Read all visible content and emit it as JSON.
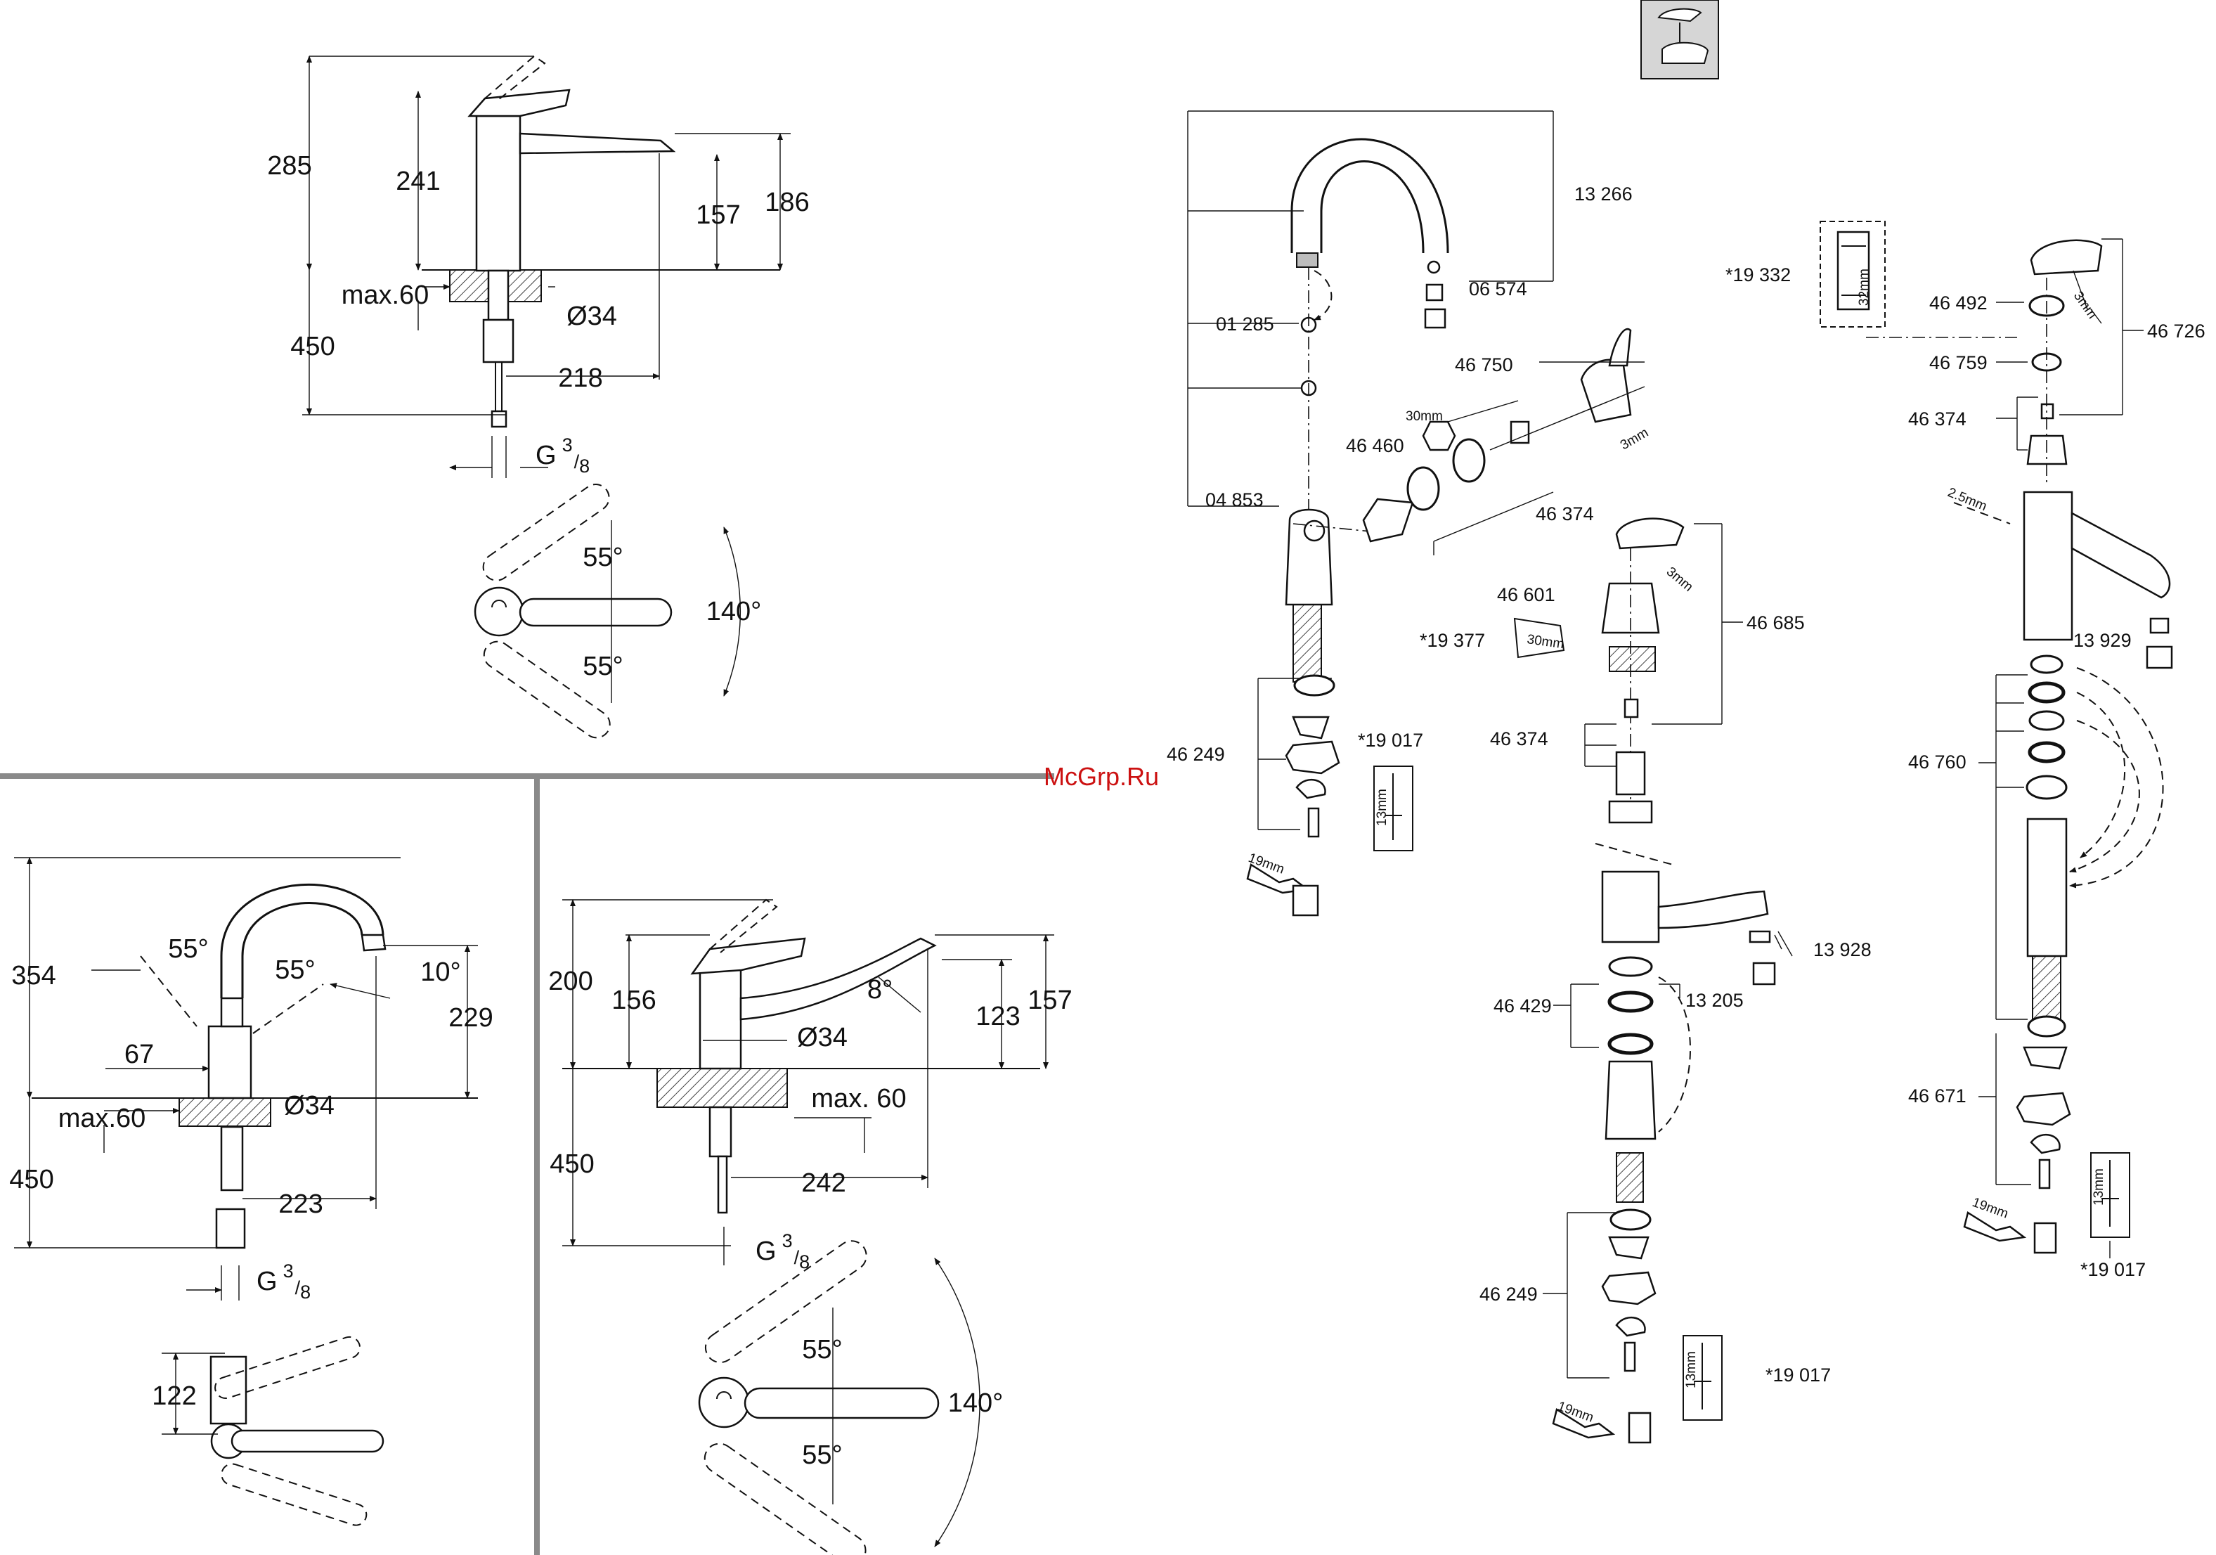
{
  "watermark": "McGrp.Ru",
  "top_left": {
    "heights": [
      "285",
      "241",
      "186",
      "157"
    ],
    "lower": [
      "max.60",
      "Ø34",
      "450",
      "218"
    ],
    "thread": {
      "g": "G",
      "sup": "3",
      "sub": "8"
    },
    "angles": [
      "55°",
      "55°",
      "140°"
    ]
  },
  "bottom_left": {
    "dims": [
      "354",
      "229",
      "67",
      "max.60",
      "Ø34",
      "450",
      "223",
      "122"
    ],
    "angles": [
      "55°",
      "55°",
      "10°"
    ],
    "thread": {
      "g": "G",
      "sup": "3",
      "sub": "8"
    }
  },
  "bottom_mid": {
    "dims": [
      "200",
      "156",
      "157",
      "123",
      "Ø34",
      "max. 60",
      "450",
      "242"
    ],
    "angles": [
      "8°",
      "55°",
      "55°",
      "140°"
    ],
    "thread": {
      "g": "G",
      "sup": "3",
      "sub": "8"
    }
  },
  "parts_a": {
    "labels": [
      "13 266",
      "06 574",
      "01 285",
      "46 750",
      "46 460",
      "04 853",
      "46 374",
      "46 249",
      "*19 017"
    ],
    "small": [
      "30mm",
      "3mm",
      "19mm",
      "13mm"
    ]
  },
  "parts_b": {
    "labels": [
      "46 601",
      "*19 377",
      "46 685",
      "46 374",
      "13 928",
      "46 429",
      "13 205",
      "46 249",
      "*19 017"
    ],
    "small": [
      "3mm",
      "30mm",
      "13mm",
      "19mm"
    ]
  },
  "parts_c": {
    "labels": [
      "*19 332",
      "46 492",
      "46 726",
      "46 759",
      "46 374",
      "13 929",
      "46 760",
      "46 671",
      "*19 017"
    ],
    "small": [
      "32mm",
      "3mm",
      "2.5mm",
      "19mm",
      "13mm"
    ]
  }
}
